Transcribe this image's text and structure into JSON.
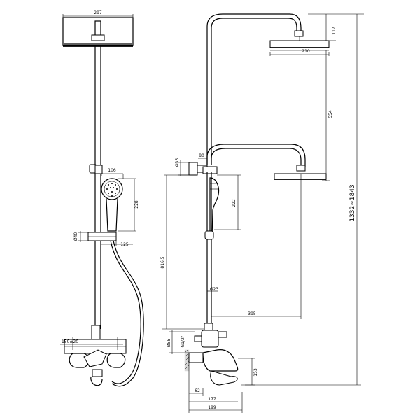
{
  "drawing": {
    "front_view": {
      "head_width": "297",
      "handheld_width": "106",
      "handheld_height": "228",
      "slide_dia": "Ø40",
      "slide_offset": "125",
      "mixer_centers": "150±20"
    },
    "side_view": {
      "head_height": "117",
      "head_diameter": "210",
      "arm_projection": "554",
      "arm_top": "80",
      "bracket_dia": "Ø35",
      "hand_length": "222",
      "bar_length": "816.5",
      "pipe_dia": "Ø23",
      "reach": "395",
      "connector_dia": "Ø55",
      "thread": "G1/2\"",
      "spout_height": "153",
      "spout_offset": "62",
      "depth_177": "177",
      "depth_199": "199",
      "total_height": "1332~1843"
    }
  }
}
